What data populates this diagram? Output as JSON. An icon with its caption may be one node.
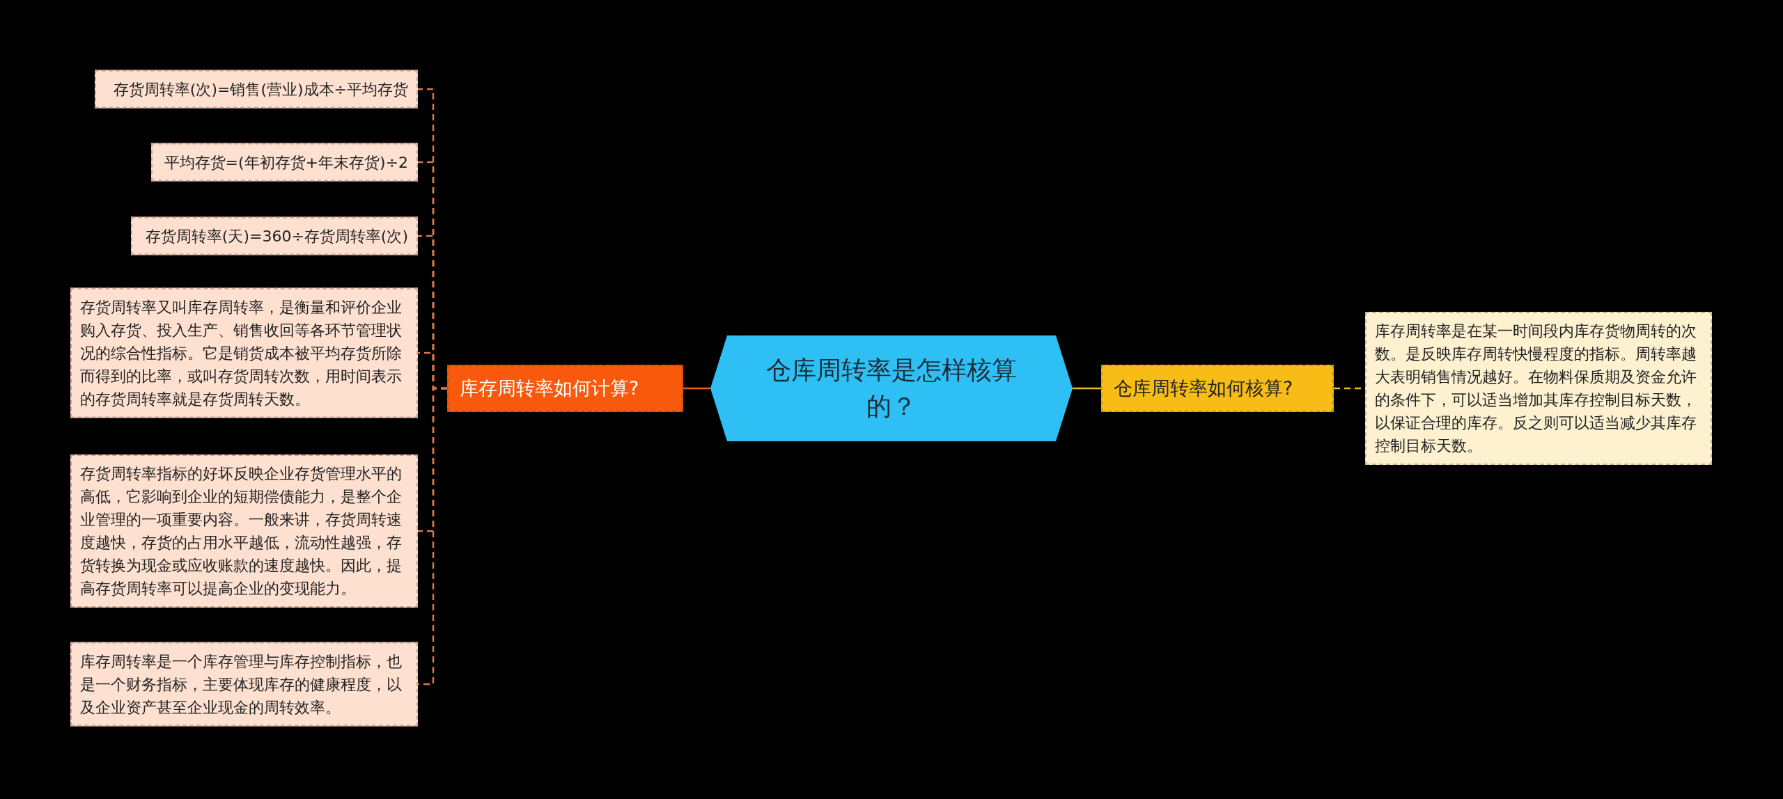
{
  "diagram": {
    "nodes": [
      {
        "text": [
          "仓库周转率是怎样核算的？"
        ]
      },
      {
        "text": [
          "库存周转率如何计算?"
        ]
      },
      {
        "text": [
          "存货周转率(次)=销售(营业)成本÷平均存货"
        ]
      },
      {
        "text": [
          "平均存货=(年初存货+年末存货)÷2"
        ]
      },
      {
        "text": [
          "存货周转率(天)=360÷存货周转率(次)"
        ]
      },
      {
        "text": [
          "存货周转率又叫库存周转率，是衡量和评价企业购入存货、投入生产、销售收回等各环节管理状况的综合性指标。它是销货成本被平均存货所除而得到的比率，或叫存货周转次数，用时间表示的存货周转率就是存货周转天数。"
        ]
      },
      {
        "text": [
          "存货周转率指标的好坏反映企业存货管理水平的高低，它影响到企业的短期偿债能力，是整个企业管理的一项重要内容。一般来讲，存货周转速度越快，存货的占用水平越低，流动性越强，存货转换为现金或应收账款的速度越快。因此，提高存货周转率可以提高企业的变现能力。"
        ]
      },
      {
        "text": [
          "库存周转率是一个库存管理与库存控制指标，也是一个财务指标，主要体现库存的健康程度，以及企业资产甚至企业现金的周转效率。"
        ]
      },
      {
        "text": [
          "仓库周转率如何核算?"
        ]
      },
      {
        "text": [
          "库存周转率是在某一时间段内库存货物周转的次数。是反映库存周转快慢程度的指标。周转率越大表明销售情况越好。在物料保质期及资金允许的条件下，可以适当增加其库存控制目标天数，以保证合理的库存。反之则可以适当减少其库存控制目标天数。"
        ]
      }
    ],
    "edges": [
      {
        "from": 0,
        "to": 1,
        "arrow": "none",
        "color": "#f0601e"
      },
      {
        "from": 1,
        "to": 2,
        "arrow": "none",
        "style": "dashed"
      },
      {
        "from": 1,
        "to": 3,
        "arrow": "none",
        "style": "dashed"
      },
      {
        "from": 1,
        "to": 4,
        "arrow": "none",
        "style": "dashed"
      },
      {
        "from": 1,
        "to": 5,
        "arrow": "none",
        "style": "dashed"
      },
      {
        "from": 1,
        "to": 6,
        "arrow": "none",
        "style": "dashed"
      },
      {
        "from": 1,
        "to": 7,
        "arrow": "none",
        "style": "dashed"
      },
      {
        "from": 0,
        "to": 8,
        "arrow": "none",
        "color": "#f7bd16"
      },
      {
        "from": 8,
        "to": 9,
        "arrow": "none",
        "style": "dashed",
        "color": "#f7bd16"
      }
    ]
  }
}
